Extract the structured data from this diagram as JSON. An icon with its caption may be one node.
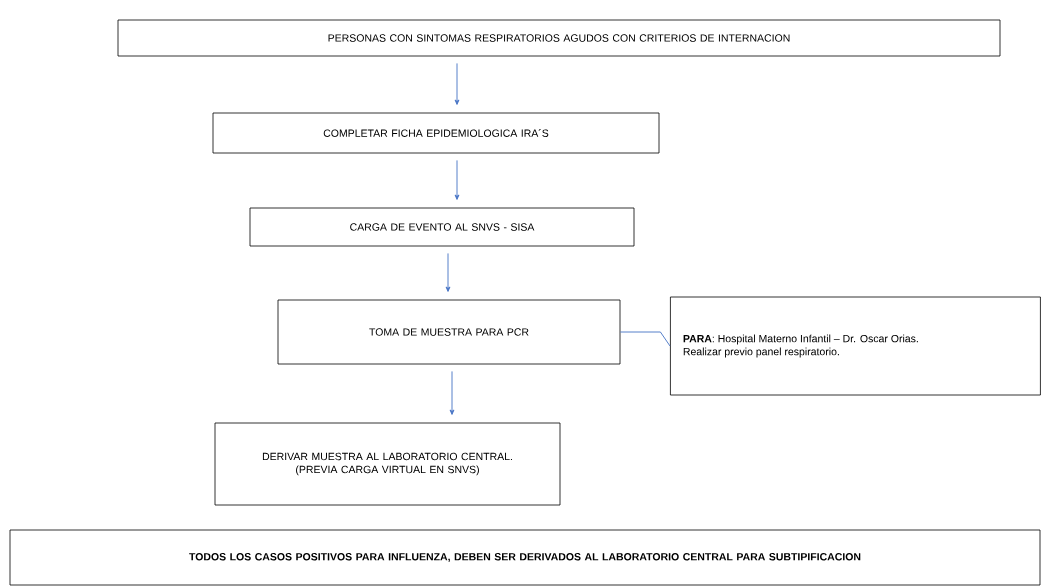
{
  "diagram": {
    "nodes": [
      {
        "text": [
          "PERSONAS CON SINTOMAS RESPIRATORIOS AGUDOS CON CRITERIOS DE INTERNACION"
        ]
      },
      {
        "text": [
          "COMPLETAR FICHA EPIDEMIOLOGICA IRA´S"
        ]
      },
      {
        "text": [
          "CARGA DE EVENTO AL SNVS - SISA"
        ]
      },
      {
        "text": [
          "TOMA DE MUESTRA PARA PCR"
        ]
      },
      {
        "text": [
          "**PARA**: Hospital Materno Infantil – Dr. Oscar Orias.",
          "Realizar previo panel respiratorio."
        ]
      },
      {
        "text": [
          "DERIVAR MUESTRA AL LABORATORIO CENTRAL.",
          "(PREVIA CARGA VIRTUAL EN SNVS)"
        ]
      },
      {
        "text": [
          "TODOS LOS CASOS POSITIVOS PARA INFLUENZA, DEBEN SER DERIVADOS AL LABORATORIO CENTRAL PARA SUBTIPIFICACION"
        ]
      }
    ],
    "edges": [
      {
        "from": 0,
        "to": 1,
        "arrow": "to"
      },
      {
        "from": 1,
        "to": 2,
        "arrow": "to"
      },
      {
        "from": 2,
        "to": 3,
        "arrow": "to"
      },
      {
        "from": 3,
        "to": 5,
        "arrow": "to"
      },
      {
        "from": 3,
        "to": 4,
        "arrow": "none"
      }
    ]
  }
}
